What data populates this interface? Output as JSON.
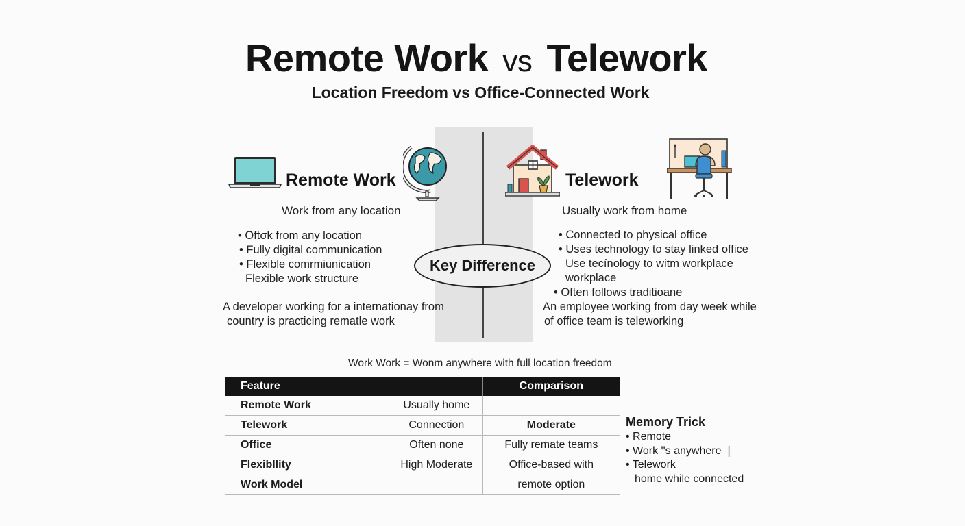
{
  "header": {
    "title_left": "Remote Work",
    "title_vs": "vs",
    "title_right": "Telework",
    "subtitle": "Location Freedom vs Office-Connected Work"
  },
  "center": {
    "key_difference_label": "Key Difference"
  },
  "remote": {
    "title": "Remote Work",
    "subtitle": "Work from any location",
    "icons": [
      "laptop-icon",
      "globe-icon"
    ],
    "bullets": [
      "• Oftσk from any location",
      "• Fully digital communication",
      "• Flexible comrmiunication",
      "  Flexible work structure"
    ],
    "example_lines": [
      "A developer working for a internationay from",
      "country is practicing rematle work"
    ]
  },
  "telework": {
    "title": "Telework",
    "subtitle": "Usually work from home",
    "icons": [
      "house-icon",
      "desk-worker-icon"
    ],
    "bullets": [
      "• Connected to physical office",
      "• Uses technology to stay linked office",
      "  Use tecínology to witm workplace",
      "  workplace",
      "• Often follows traditioane"
    ],
    "example_lines": [
      "An employee working from day week while",
      "of office team is teleworking"
    ]
  },
  "tagline": "Work Work = Wonm anywhere with full location freedom",
  "table": {
    "headers": [
      "Feature",
      "",
      "Comparison"
    ],
    "rows": [
      [
        "Remote Work",
        "Usually home",
        ""
      ],
      [
        "Telework",
        "Connection",
        "Moderate"
      ],
      [
        "Office",
        "Often none",
        "Fully remate teams"
      ],
      [
        "Flexibllity",
        "High Moderate",
        "Office-based with"
      ],
      [
        "Work Model",
        "",
        "remote option"
      ]
    ]
  },
  "memory_trick": {
    "title": "Memory Trick",
    "items": [
      "• Remote",
      "• Work ꞌꞌs anywhere ❘",
      "• Telework",
      "   home while connected"
    ]
  },
  "colors": {
    "laptop_screen": "#7fd3d3",
    "globe_ocean": "#3a9aa8",
    "house_roof": "#d9534f",
    "house_wall": "#fbe6cc",
    "chair_blue": "#3d8fd1",
    "table_header_bg": "#141414",
    "divider_band": "#e3e3e3"
  }
}
